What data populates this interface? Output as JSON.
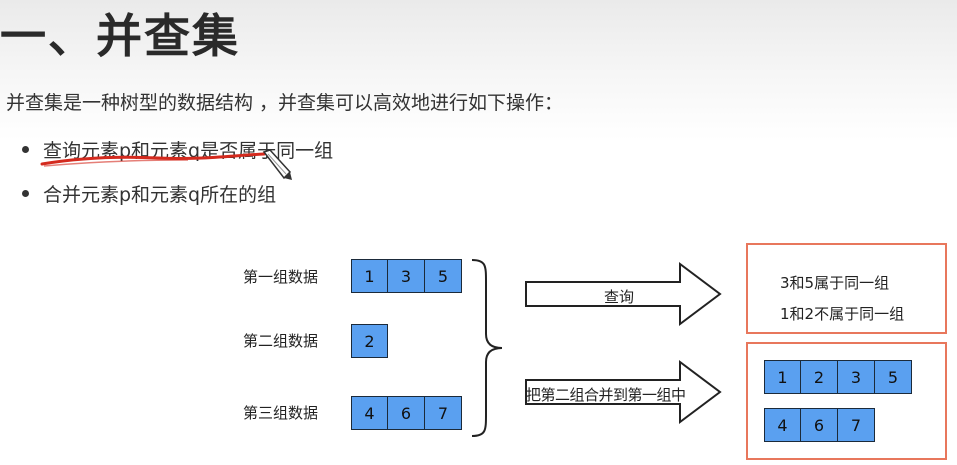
{
  "title": "一、并查集",
  "intro": "并查集是一种树型的数据结构 ，并查集可以高效地进行如下操作：",
  "bullets": [
    "查询元素p和元素q是否属于同一组",
    "合并元素p和元素q所在的组"
  ],
  "diagram": {
    "groups": [
      {
        "label": "第一组数据",
        "values": [
          "1",
          "3",
          "5"
        ]
      },
      {
        "label": "第二组数据",
        "values": [
          "2"
        ]
      },
      {
        "label": "第三组数据",
        "values": [
          "4",
          "6",
          "7"
        ]
      }
    ],
    "query_arrow_label": "查询",
    "merge_arrow_label": "把第二组合并到第一组中",
    "query_results": [
      "3和5属于同一组",
      "1和2不属于同一组"
    ],
    "merged_rows": [
      [
        "1",
        "2",
        "3",
        "5"
      ],
      [
        "4",
        "6",
        "7"
      ]
    ]
  },
  "colors": {
    "cell_fill": "#5aa0f0",
    "result_border": "#e8775c",
    "scribble": "#d42a1e"
  }
}
